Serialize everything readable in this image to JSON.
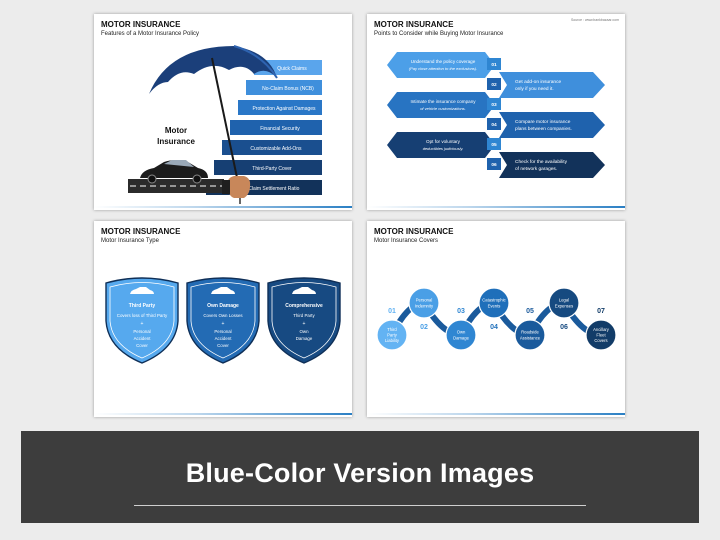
{
  "slide1": {
    "title": "MOTOR INSURANCE",
    "subtitle": "Features of a Motor Insurance Policy",
    "umbrella_label_line1": "Motor",
    "umbrella_label_line2": "Insurance",
    "features": [
      "Quick Claims",
      "No-Claim Bonus (NCB)",
      "Protection Against Damages",
      "Financial Security",
      "Customizable Add-Ons",
      "Third-Party Cover",
      "High Claim Settlement Ratio"
    ],
    "colors": [
      "#5aa5ec",
      "#3f8fdc",
      "#2a77c7",
      "#1f62ad",
      "#1a4f8f",
      "#163f73",
      "#12325a"
    ]
  },
  "slide2": {
    "title": "MOTOR INSURANCE",
    "subtitle": "Points to Consider while Buying Motor Insurance",
    "source": "Source : www.bankbazaar.com",
    "left_items": [
      {
        "line1": "Understand the policy coverage",
        "line2": "(Pay close attention to the exclusions)."
      },
      {
        "line1": "Intimate the insurance company",
        "line2": "of vehicle customizations."
      },
      {
        "line1": "Opt for voluntary",
        "line2": "deductibles judiciously."
      }
    ],
    "right_items": [
      {
        "line1": "Get add-on insurance",
        "line2": "only if you need it."
      },
      {
        "line1": "Compare motor insurance",
        "line2": "plans between companies."
      },
      {
        "line1": "Check for the availability",
        "line2": "of network garages."
      }
    ],
    "numbers": [
      "01",
      "02",
      "03",
      "04",
      "05",
      "06"
    ]
  },
  "slide3": {
    "title": "MOTOR INSURANCE",
    "subtitle": "Motor Insurance Type",
    "shields": [
      {
        "heading": "Third Party",
        "line1": "Covers loss of Third Party",
        "plus": "+",
        "line2": "Personal",
        "line3": "Accident",
        "line4": "Cover",
        "color": "#56a9ee"
      },
      {
        "heading": "Own Damage",
        "line1": "Covers Own Losses",
        "plus": "+",
        "line2": "Personal",
        "line3": "Accident",
        "line4": "Cover",
        "color": "#236bb4"
      },
      {
        "heading": "Comprehensive",
        "line1": "Third Party",
        "plus": "+",
        "line2": "Own",
        "line3": "Damage",
        "line4": "",
        "color": "#174a82"
      }
    ]
  },
  "slide4": {
    "title": "MOTOR INSURANCE",
    "subtitle": "Motor Insurance Covers",
    "nodes": [
      {
        "num": "01",
        "l1": "Third",
        "l2": "Party",
        "l3": "Liability"
      },
      {
        "num": "02",
        "l1": "Personal",
        "l2": "Indemnity",
        "l3": ""
      },
      {
        "num": "03",
        "l1": "Own",
        "l2": "Damage",
        "l3": ""
      },
      {
        "num": "04",
        "l1": "Catastrophic",
        "l2": "Events",
        "l3": ""
      },
      {
        "num": "05",
        "l1": "Roadside",
        "l2": "Assistance",
        "l3": ""
      },
      {
        "num": "06",
        "l1": "Legal",
        "l2": "Expenses",
        "l3": ""
      },
      {
        "num": "07",
        "l1": "Ancillary",
        "l2": "Fleet",
        "l3": "Covers"
      }
    ],
    "node_colors": [
      "#63b3f3",
      "#4a9fe6",
      "#2f86d2",
      "#1f6fba",
      "#1a5a9c",
      "#164a80",
      "#123c68"
    ]
  },
  "banner": {
    "title": "Blue-Color Version Images"
  }
}
